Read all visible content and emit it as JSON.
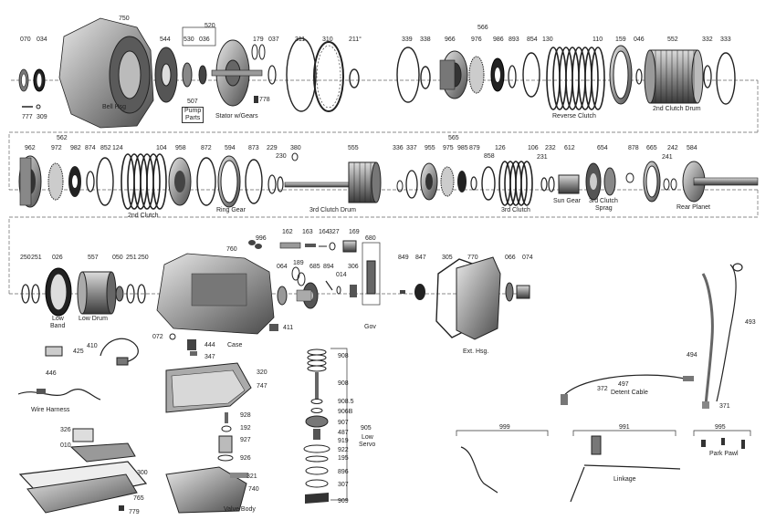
{
  "row1": {
    "n070": "070",
    "n034": "034",
    "n750": "750",
    "n544": "544",
    "n520": "520",
    "n530": "530",
    "n036": "036",
    "n179": "179",
    "n037": "037",
    "n311": "311",
    "n310": "310",
    "n211": "211°",
    "n339": "339",
    "n338": "338",
    "n566": "566",
    "n966": "966",
    "n976": "976",
    "n986": "986",
    "n893": "893",
    "n854": "854",
    "n130": "130",
    "n110": "110",
    "n159": "159",
    "n046": "046",
    "n552": "552",
    "n332": "332",
    "n333": "333",
    "n777": "777",
    "n309": "309",
    "n507": "507",
    "n778": "778",
    "cap_bell": "Bell Hsg",
    "cap_pump1": "Pump",
    "cap_pump2": "Parts",
    "cap_stator": "Stator w/Gears",
    "cap_reverse": "Reverse Clutch",
    "cap_2nddrum": "2nd Clutch Drum"
  },
  "row2": {
    "n562": "562",
    "n962": "962",
    "n972": "972",
    "n982": "982",
    "n874": "874",
    "n852": "852",
    "n124": "124",
    "n104": "104",
    "n958": "958",
    "n872": "872",
    "n594": "594",
    "n873": "873",
    "n229": "229",
    "n230": "230",
    "n380": "380",
    "n555": "555",
    "n565": "565",
    "n336": "336",
    "n337": "337",
    "n955": "955",
    "n975": "975",
    "n985": "985",
    "n879": "879",
    "n858": "858",
    "n126": "126",
    "n106": "106",
    "n232": "232",
    "n231": "231",
    "n612": "612",
    "n654": "654",
    "n878": "878",
    "n665": "665",
    "n242": "242",
    "n241": "241",
    "n584": "584",
    "cap_2ndclutch": "2nd Clutch",
    "cap_ring": "Ring Gear",
    "cap_3rddrum": "3rd Clutch Drum",
    "cap_3rdclutch": "3rd Clutch",
    "cap_sun": "Sun Gear",
    "cap_sprag1": "3rd Clutch",
    "cap_sprag2": "Sprag",
    "cap_rear": "Rear Planet"
  },
  "row3": {
    "n250a": "250",
    "n251a": "251",
    "n026": "026",
    "n557": "557",
    "n050": "050",
    "n251b": "251",
    "n250b": "250",
    "n760": "760",
    "n996": "996",
    "n162": "162",
    "n163": "163",
    "n164": "164",
    "n327": "327",
    "n169": "169",
    "n680": "680",
    "n064": "064",
    "n189": "189",
    "n685": "685",
    "n894": "894",
    "n014": "014",
    "n306": "306",
    "n849": "849",
    "n847": "847",
    "n305": "305",
    "n770": "770",
    "n066": "066",
    "n074": "074",
    "n072": "072",
    "n411": "411",
    "n444": "444",
    "n347": "347",
    "n493": "493",
    "n494": "494",
    "cap_lowband1": "Low",
    "cap_lowband2": "Band",
    "cap_lowdrum": "Low Drum",
    "cap_case": "Case",
    "cap_gov": "Gov",
    "cap_exthsg": "Ext. Hsg."
  },
  "lower": {
    "n425": "425",
    "n410": "410",
    "n446": "446",
    "n320": "320",
    "n747": "747",
    "n908": "908",
    "n908x": "908",
    "n9085": "908.5",
    "n906b": "906B",
    "n907": "907",
    "n487": "487",
    "n919": "919",
    "n905": "905",
    "n922": "922",
    "n195": "195",
    "n896": "896",
    "n307": "307",
    "n909": "909",
    "n928": "928",
    "n192": "192",
    "n927": "927",
    "n926": "926",
    "n321": "321",
    "n740": "740",
    "n326": "326",
    "n010": "010",
    "n300": "300",
    "n765": "765",
    "n779": "779",
    "n497": "497",
    "n372": "372",
    "n371": "371",
    "n999": "999",
    "n991": "991",
    "n995": "995",
    "cap_harness": "Wire Harness",
    "cap_valvebody": "Valve Body",
    "cap_lowservo1": "Low",
    "cap_lowservo2": "Servo",
    "cap_detent": "Detent Cable",
    "cap_linkage": "Linkage",
    "cap_parkpawl": "Park Pawl"
  }
}
